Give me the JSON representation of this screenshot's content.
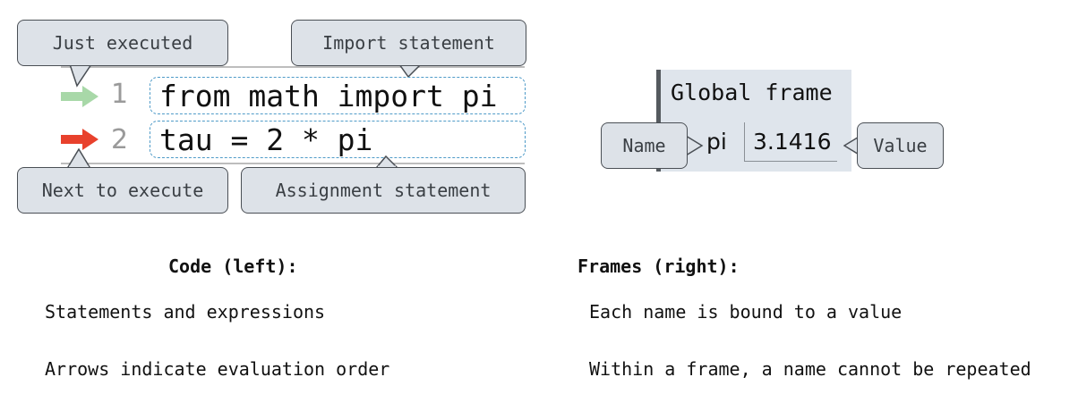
{
  "callouts": {
    "just_executed": "Just executed",
    "import_statement": "Import statement",
    "next_to_execute": "Next to execute",
    "assignment_statement": "Assignment statement",
    "name": "Name",
    "value": "Value"
  },
  "code": {
    "lines": [
      {
        "number": "1",
        "text": "from math import pi"
      },
      {
        "number": "2",
        "text": "tau = 2 * pi"
      }
    ]
  },
  "frame": {
    "title": "Global frame",
    "binding_name": "pi",
    "binding_value": "3.1416"
  },
  "notes": {
    "code_heading": "Code (left):",
    "frames_heading": "Frames (right):",
    "code_line1": "Statements and expressions",
    "code_line2": "Arrows indicate evaluation order",
    "frames_line1": "Each name is bound to a value",
    "frames_line2": "Within a frame, a name cannot be repeated"
  },
  "colors": {
    "just_executed_arrow": "#a8d8a8",
    "next_arrow": "#e8412c",
    "callout_fill": "#dde2e8",
    "frame_fill": "#dfe5ec"
  }
}
